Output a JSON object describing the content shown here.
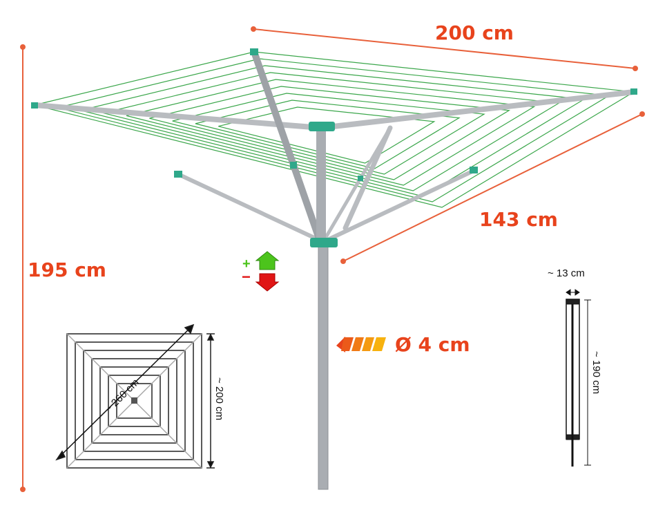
{
  "dimensions": {
    "width_label": "200 cm",
    "arm_label": "143 cm",
    "height_label": "195 cm",
    "pole_diameter_label": "Ø 4 cm"
  },
  "height_adjust": {
    "plus": "+",
    "minus": "−"
  },
  "top_view": {
    "diagonal_label": "~ 260 cm",
    "side_label": "~ 200 cm"
  },
  "folded_view": {
    "width_label": "~ 13 cm",
    "length_label": "~ 190 cm"
  },
  "colors": {
    "accent": "#e8431c",
    "line_green": "#3aa64a",
    "frame": "#b9bcc0",
    "up": "#4cc41c",
    "down": "#e01515"
  }
}
